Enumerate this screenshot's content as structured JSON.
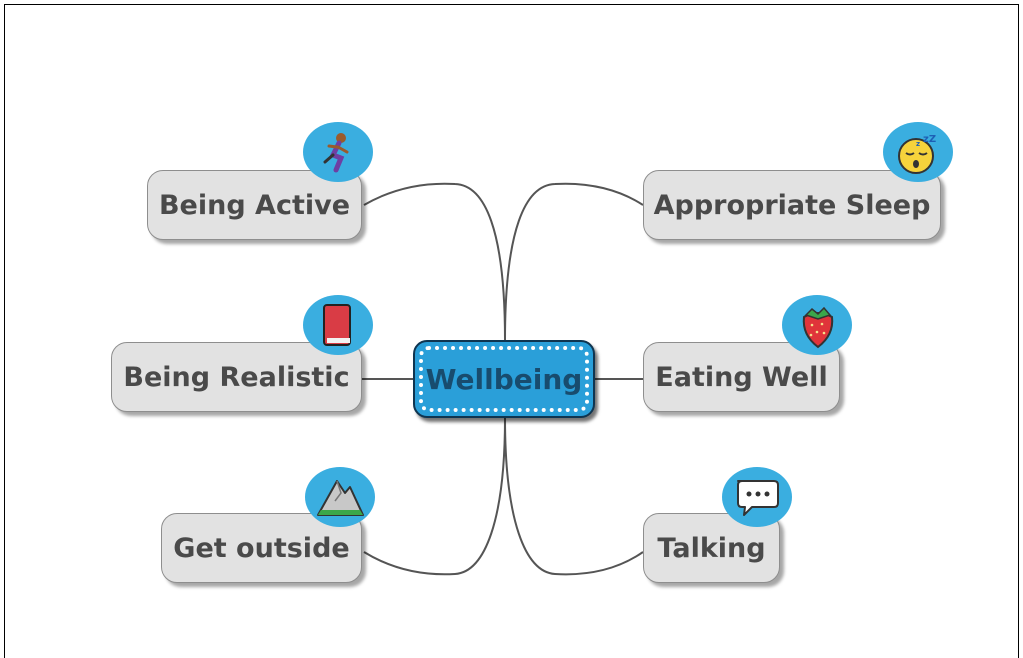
{
  "map": {
    "central": {
      "label": "Wellbeing"
    },
    "topics": [
      {
        "label": "Being Active",
        "icon": "running-person-icon"
      },
      {
        "label": "Being Realistic",
        "icon": "red-book-icon"
      },
      {
        "label": "Get outside",
        "icon": "mountain-icon"
      },
      {
        "label": "Appropriate Sleep",
        "icon": "sleeping-face-icon"
      },
      {
        "label": "Eating Well",
        "icon": "strawberry-icon"
      },
      {
        "label": "Talking",
        "icon": "speech-bubble-icon"
      }
    ]
  },
  "colors": {
    "central_fill": "#2a9fd9",
    "topic_fill": "#e2e2e2",
    "badge_fill": "#3aaee0",
    "connector": "#555555"
  }
}
